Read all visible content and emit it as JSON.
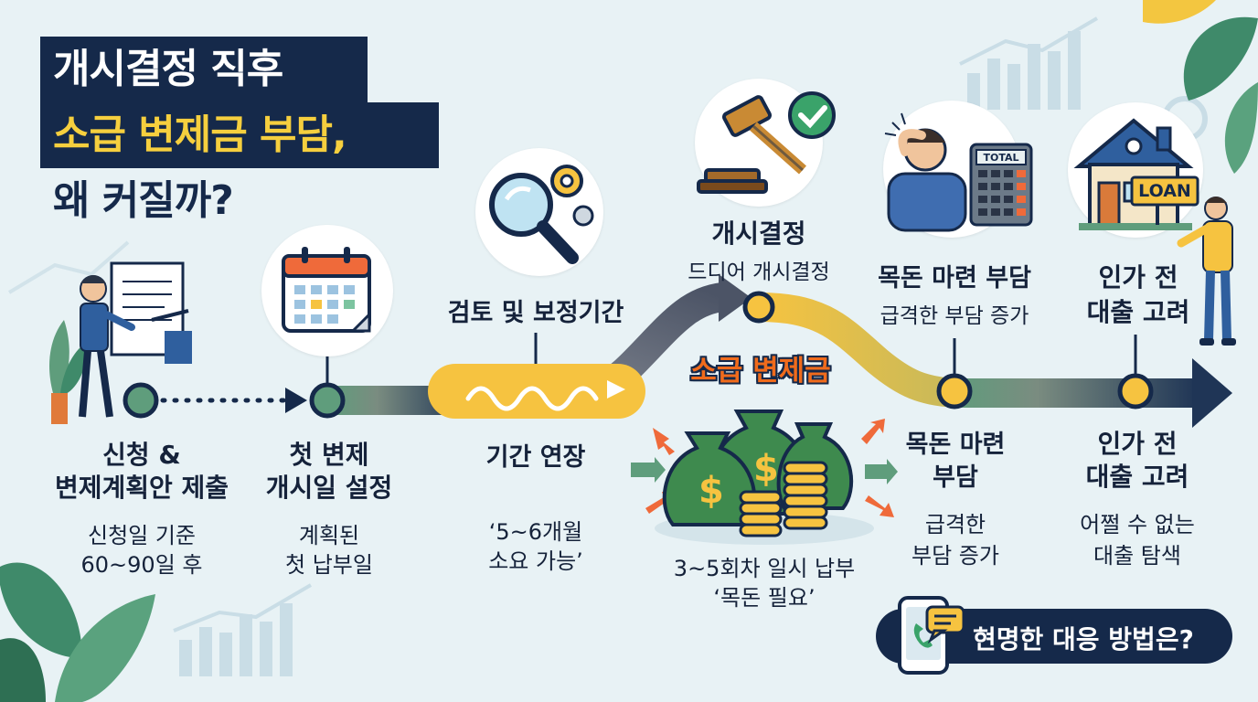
{
  "title": {
    "line1": "개시결정 직후",
    "line2": "소급 변제금 부담,",
    "line3": "왜 커질까?"
  },
  "steps": [
    {
      "title_l1": "신청 &",
      "title_l2": "변제계획안 제출",
      "desc_l1": "신청일 기준",
      "desc_l2": "60~90일 후"
    },
    {
      "title_l1": "첫 변제",
      "title_l2": "개시일 설정",
      "desc_l1": "계획된",
      "desc_l2": "첫 납부일"
    },
    {
      "top_label": "검토 및 보정기간",
      "title_l1": "기간 연장",
      "desc_l1": "‘5~6개월",
      "desc_l2": "소요 가능’"
    },
    {
      "top_title": "개시결정",
      "top_desc": "드디어 개시결정",
      "highlight": "소급 변제금",
      "desc_l1": "3~5회차 일시 납부",
      "desc_l2": "‘목돈 필요’"
    },
    {
      "top_title": "목돈 마련 부담",
      "top_desc": "급격한 부담 증가",
      "title_l1": "목돈 마련",
      "title_l2": "부담",
      "desc_l1": "급격한",
      "desc_l2": "부담 증가"
    },
    {
      "top_title_l1": "인가 전",
      "top_title_l2": "대출 고려",
      "title_l1": "인가 전",
      "title_l2": "대출 고려",
      "desc_l1": "어쩔 수 없는",
      "desc_l2": "대출 탐색"
    }
  ],
  "icon_text": {
    "calculator": "TOTAL",
    "loan_sign": "LOAN"
  },
  "cta": {
    "label": "현명한 대응 방법은?"
  },
  "colors": {
    "navy": "#15294a",
    "yellow": "#f6cf3e",
    "orange": "#f06b1c",
    "green": "#5f9d7c",
    "background": "#e8f2f5"
  }
}
